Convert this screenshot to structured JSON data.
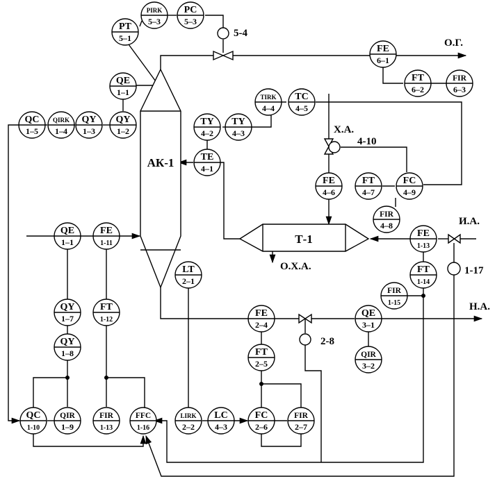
{
  "instruments": [
    {
      "id": "pt5-1",
      "top": "PT",
      "bottom": "5–1"
    },
    {
      "id": "pirk5-3",
      "top": "PIRK",
      "bottom": "5–3"
    },
    {
      "id": "pc5-3",
      "top": "PC",
      "bottom": "5–3"
    },
    {
      "id": "qe1-1a",
      "top": "QE",
      "bottom": "1–1"
    },
    {
      "id": "qc1-5",
      "top": "QC",
      "bottom": "1–5"
    },
    {
      "id": "qirk1-4",
      "top": "QIRK",
      "bottom": "1–4"
    },
    {
      "id": "qy1-3",
      "top": "QY",
      "bottom": "1–3"
    },
    {
      "id": "qy1-2",
      "top": "QY",
      "bottom": "1–2"
    },
    {
      "id": "fe6-1",
      "top": "FE",
      "bottom": "6–1"
    },
    {
      "id": "ft6-2",
      "top": "FT",
      "bottom": "6–2"
    },
    {
      "id": "fir6-3",
      "top": "FIR",
      "bottom": "6–3"
    },
    {
      "id": "tirk4-4",
      "top": "TIRK",
      "bottom": "4–4"
    },
    {
      "id": "tc4-5",
      "top": "TC",
      "bottom": "4–5"
    },
    {
      "id": "ty4-2",
      "top": "TY",
      "bottom": "4–2"
    },
    {
      "id": "ty4-3",
      "top": "TY",
      "bottom": "4–3"
    },
    {
      "id": "te4-1",
      "top": "TE",
      "bottom": "4–1"
    },
    {
      "id": "fe4-6",
      "top": "FE",
      "bottom": "4–6"
    },
    {
      "id": "ft4-7",
      "top": "FT",
      "bottom": "4–7"
    },
    {
      "id": "fc4-9",
      "top": "FC",
      "bottom": "4–9"
    },
    {
      "id": "fir4-8",
      "top": "FIR",
      "bottom": "4–8"
    },
    {
      "id": "qe1-1b",
      "top": "QE",
      "bottom": "1–1"
    },
    {
      "id": "fe1-11",
      "top": "FE",
      "bottom": "1-11"
    },
    {
      "id": "qy1-7",
      "top": "QY",
      "bottom": "1–7"
    },
    {
      "id": "ft1-12",
      "top": "FT",
      "bottom": "1-12"
    },
    {
      "id": "qy1-8",
      "top": "QY",
      "bottom": "1–8"
    },
    {
      "id": "fe1-13",
      "top": "FE",
      "bottom": "1-13"
    },
    {
      "id": "ft1-14",
      "top": "FT",
      "bottom": "1-14"
    },
    {
      "id": "fir1-15",
      "top": "FIR",
      "bottom": "1-15"
    },
    {
      "id": "lt2-1",
      "top": "LT",
      "bottom": "2–1"
    },
    {
      "id": "fe2-4",
      "top": "FE",
      "bottom": "2–4"
    },
    {
      "id": "qe3-1",
      "top": "QE",
      "bottom": "3–1"
    },
    {
      "id": "ft2-5",
      "top": "FT",
      "bottom": "2–5"
    },
    {
      "id": "qir3-2",
      "top": "QIR",
      "bottom": "3–2"
    },
    {
      "id": "qc1-10",
      "top": "QC",
      "bottom": "1-10"
    },
    {
      "id": "qir1-9",
      "top": "QIR",
      "bottom": "1–9"
    },
    {
      "id": "fir1-13",
      "top": "FIR",
      "bottom": "1-13"
    },
    {
      "id": "ffc1-16",
      "top": "FFC",
      "bottom": "1-16"
    },
    {
      "id": "lirk2-2",
      "top": "LIRK",
      "bottom": "2–2"
    },
    {
      "id": "lc4-3",
      "top": "LC",
      "bottom": "4–3"
    },
    {
      "id": "fc2-6",
      "top": "FC",
      "bottom": "2–6"
    },
    {
      "id": "fir2-7",
      "top": "FIR",
      "bottom": "2–7"
    }
  ],
  "equipment": {
    "column": "АК-1",
    "exchanger": "Т-1"
  },
  "streams": {
    "exhaust_gas": "О.Г.",
    "cooling_agent_in": "Х.А.",
    "cooling_agent_out": "О.Х.А.",
    "feed": "И.А.",
    "product": "Н.А."
  },
  "actuators": {
    "valve_5_4": "5-4",
    "valve_4_10": "4-10",
    "valve_2_8": "2-8",
    "valve_1_17": "1-17"
  }
}
